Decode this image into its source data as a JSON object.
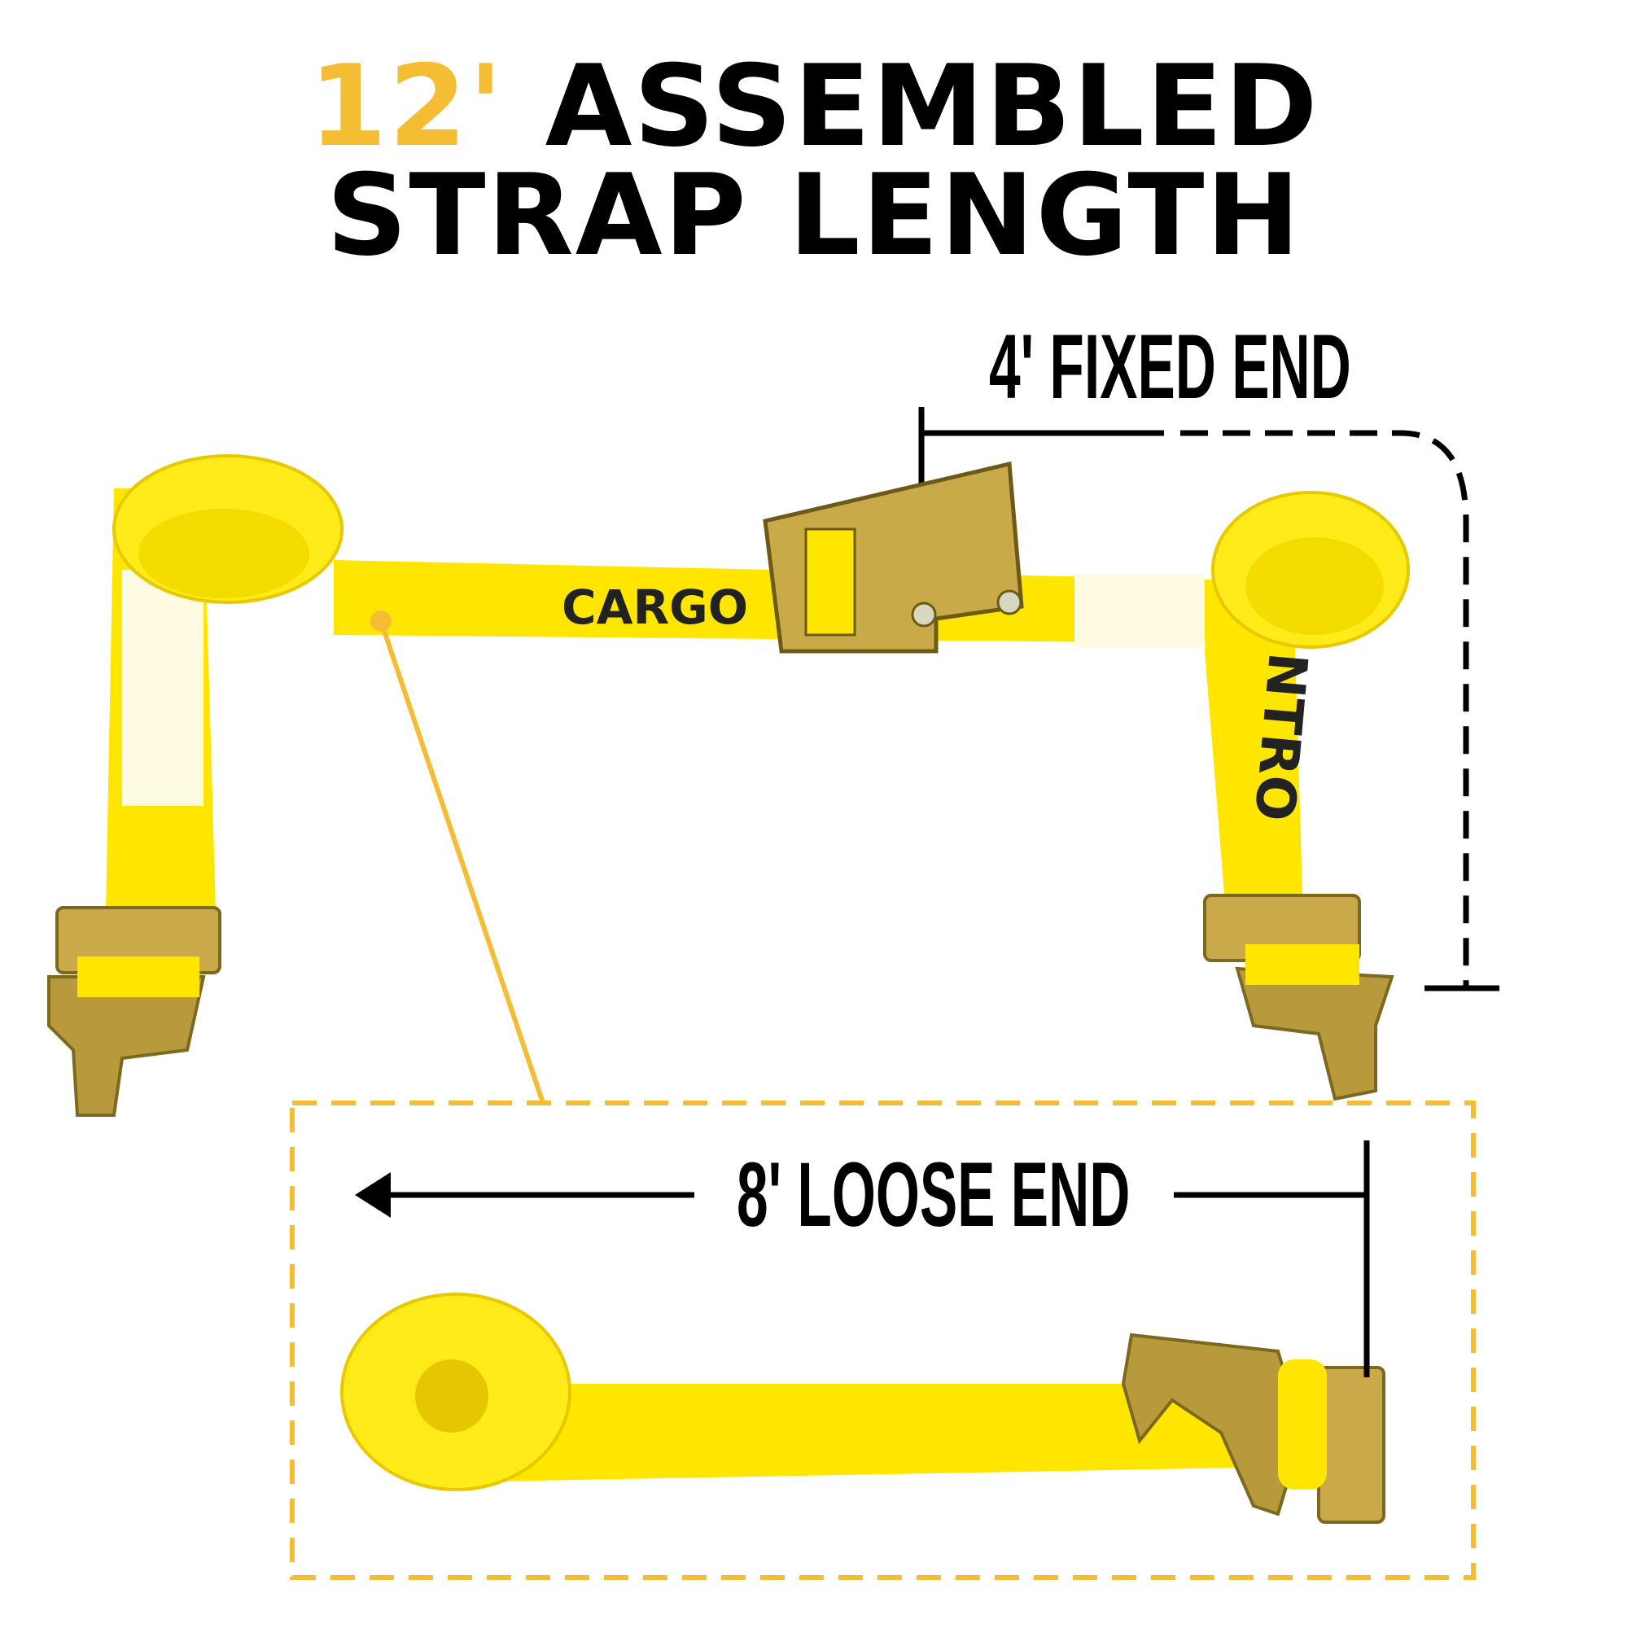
{
  "headline": {
    "accent": "12'",
    "line1_rest": "ASSEMBLED",
    "line2": "STRAP LENGTH"
  },
  "callouts": {
    "fixed_end": "4' FIXED END",
    "loose_end": "8' LOOSE END"
  },
  "strap_print": {
    "word1": "CARGO",
    "word2": "NTRO"
  },
  "colors": {
    "accent": "#f4bd33",
    "strap_yellow": "#ffe600",
    "hardware": "#b8a040",
    "text": "#000000"
  }
}
